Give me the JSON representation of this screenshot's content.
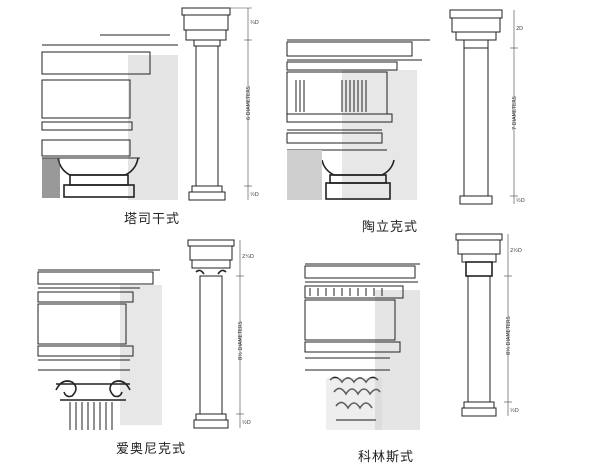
{
  "orders": [
    {
      "id": "tuscan",
      "caption": "塔司干式",
      "dims": [
        "¾D",
        "6 DIAMETERS",
        "½D"
      ]
    },
    {
      "id": "doric",
      "caption": "陶立克式",
      "dims": [
        "2D",
        "7 DIAMETERS",
        "½D"
      ]
    },
    {
      "id": "ionic",
      "caption": "爱奥尼克式",
      "dims": [
        "2¼D",
        "8½ DIAMETERS",
        "½D"
      ]
    },
    {
      "id": "corinthian",
      "caption": "科林斯式",
      "dims": [
        "2½D",
        "8⅓ DIAMETERS",
        "½D"
      ]
    }
  ]
}
